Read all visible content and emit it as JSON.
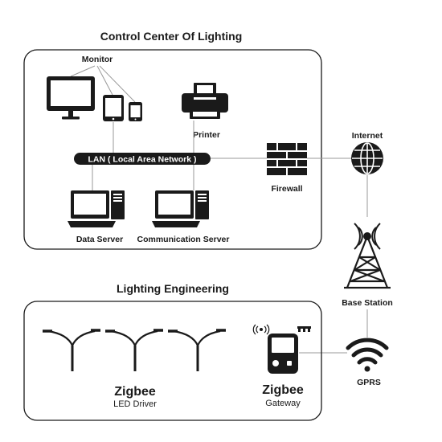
{
  "control_center": {
    "title": "Control Center Of Lighting",
    "monitor_label": "Monitor",
    "printer_label": "Printer",
    "lan_label": "LAN ( Local Area Network )",
    "data_server_label": "Data Server",
    "comm_server_label": "Communication Server"
  },
  "network": {
    "firewall_label": "Firewall",
    "internet_label": "Internet",
    "base_station_label": "Base Station",
    "gprs_label": "GPRS"
  },
  "lighting_engineering": {
    "title": "Lighting Engineering",
    "led_driver_brand": "Zigbee",
    "led_driver_label": "LED Driver",
    "gateway_brand": "Zigbee",
    "gateway_label": "Gateway"
  },
  "colors": {
    "ink": "#1a1a1a",
    "connector": "#9a9a9a",
    "background": "#ffffff"
  }
}
